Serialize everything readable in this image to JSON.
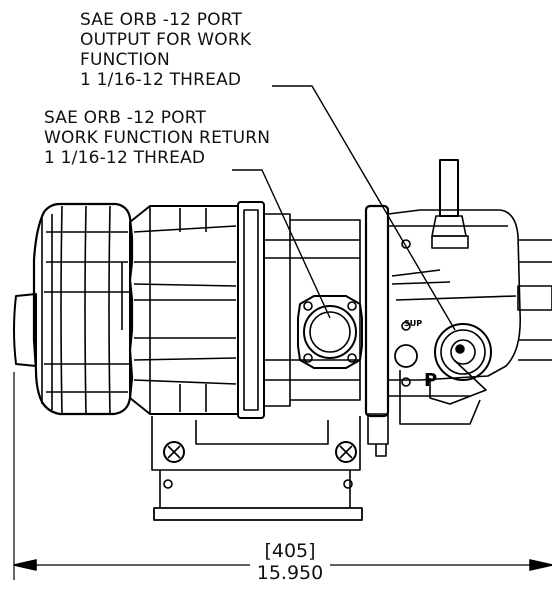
{
  "callouts": {
    "output_port": {
      "line1": "SAE ORB -12 PORT",
      "line2": "OUTPUT FOR WORK",
      "line3": "FUNCTION",
      "line4": "1 1/16-12 THREAD"
    },
    "return_port": {
      "line1": "SAE ORB -12 PORT",
      "line2": "WORK FUNCTION RETURN",
      "line3": "1 1/16-12 THREAD"
    }
  },
  "dimension": {
    "metric": "[405]",
    "imperial": "15.950"
  },
  "port_labels": {
    "pressure": "P",
    "supply": "SUP"
  },
  "colors": {
    "line": "#000000",
    "background": "#ffffff"
  }
}
